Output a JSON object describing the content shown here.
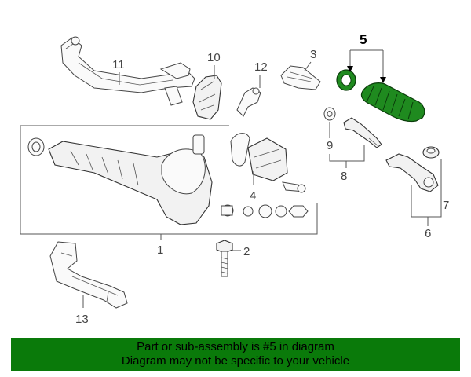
{
  "callouts": {
    "c1": "1",
    "c2": "2",
    "c3": "3",
    "c4": "4",
    "c5": "5",
    "c6": "6",
    "c7": "7",
    "c8": "8",
    "c9": "9",
    "c10": "10",
    "c11": "11",
    "c12": "12",
    "c13": "13"
  },
  "banner": {
    "line1": "Part or sub-assembly is #5 in diagram",
    "line2": "Diagram may not be specific to your vehicle",
    "background_color": "#0a7a0a"
  },
  "colors": {
    "highlight_part": "#1f8a1f",
    "highlight_outline": "#0b3d0b"
  }
}
